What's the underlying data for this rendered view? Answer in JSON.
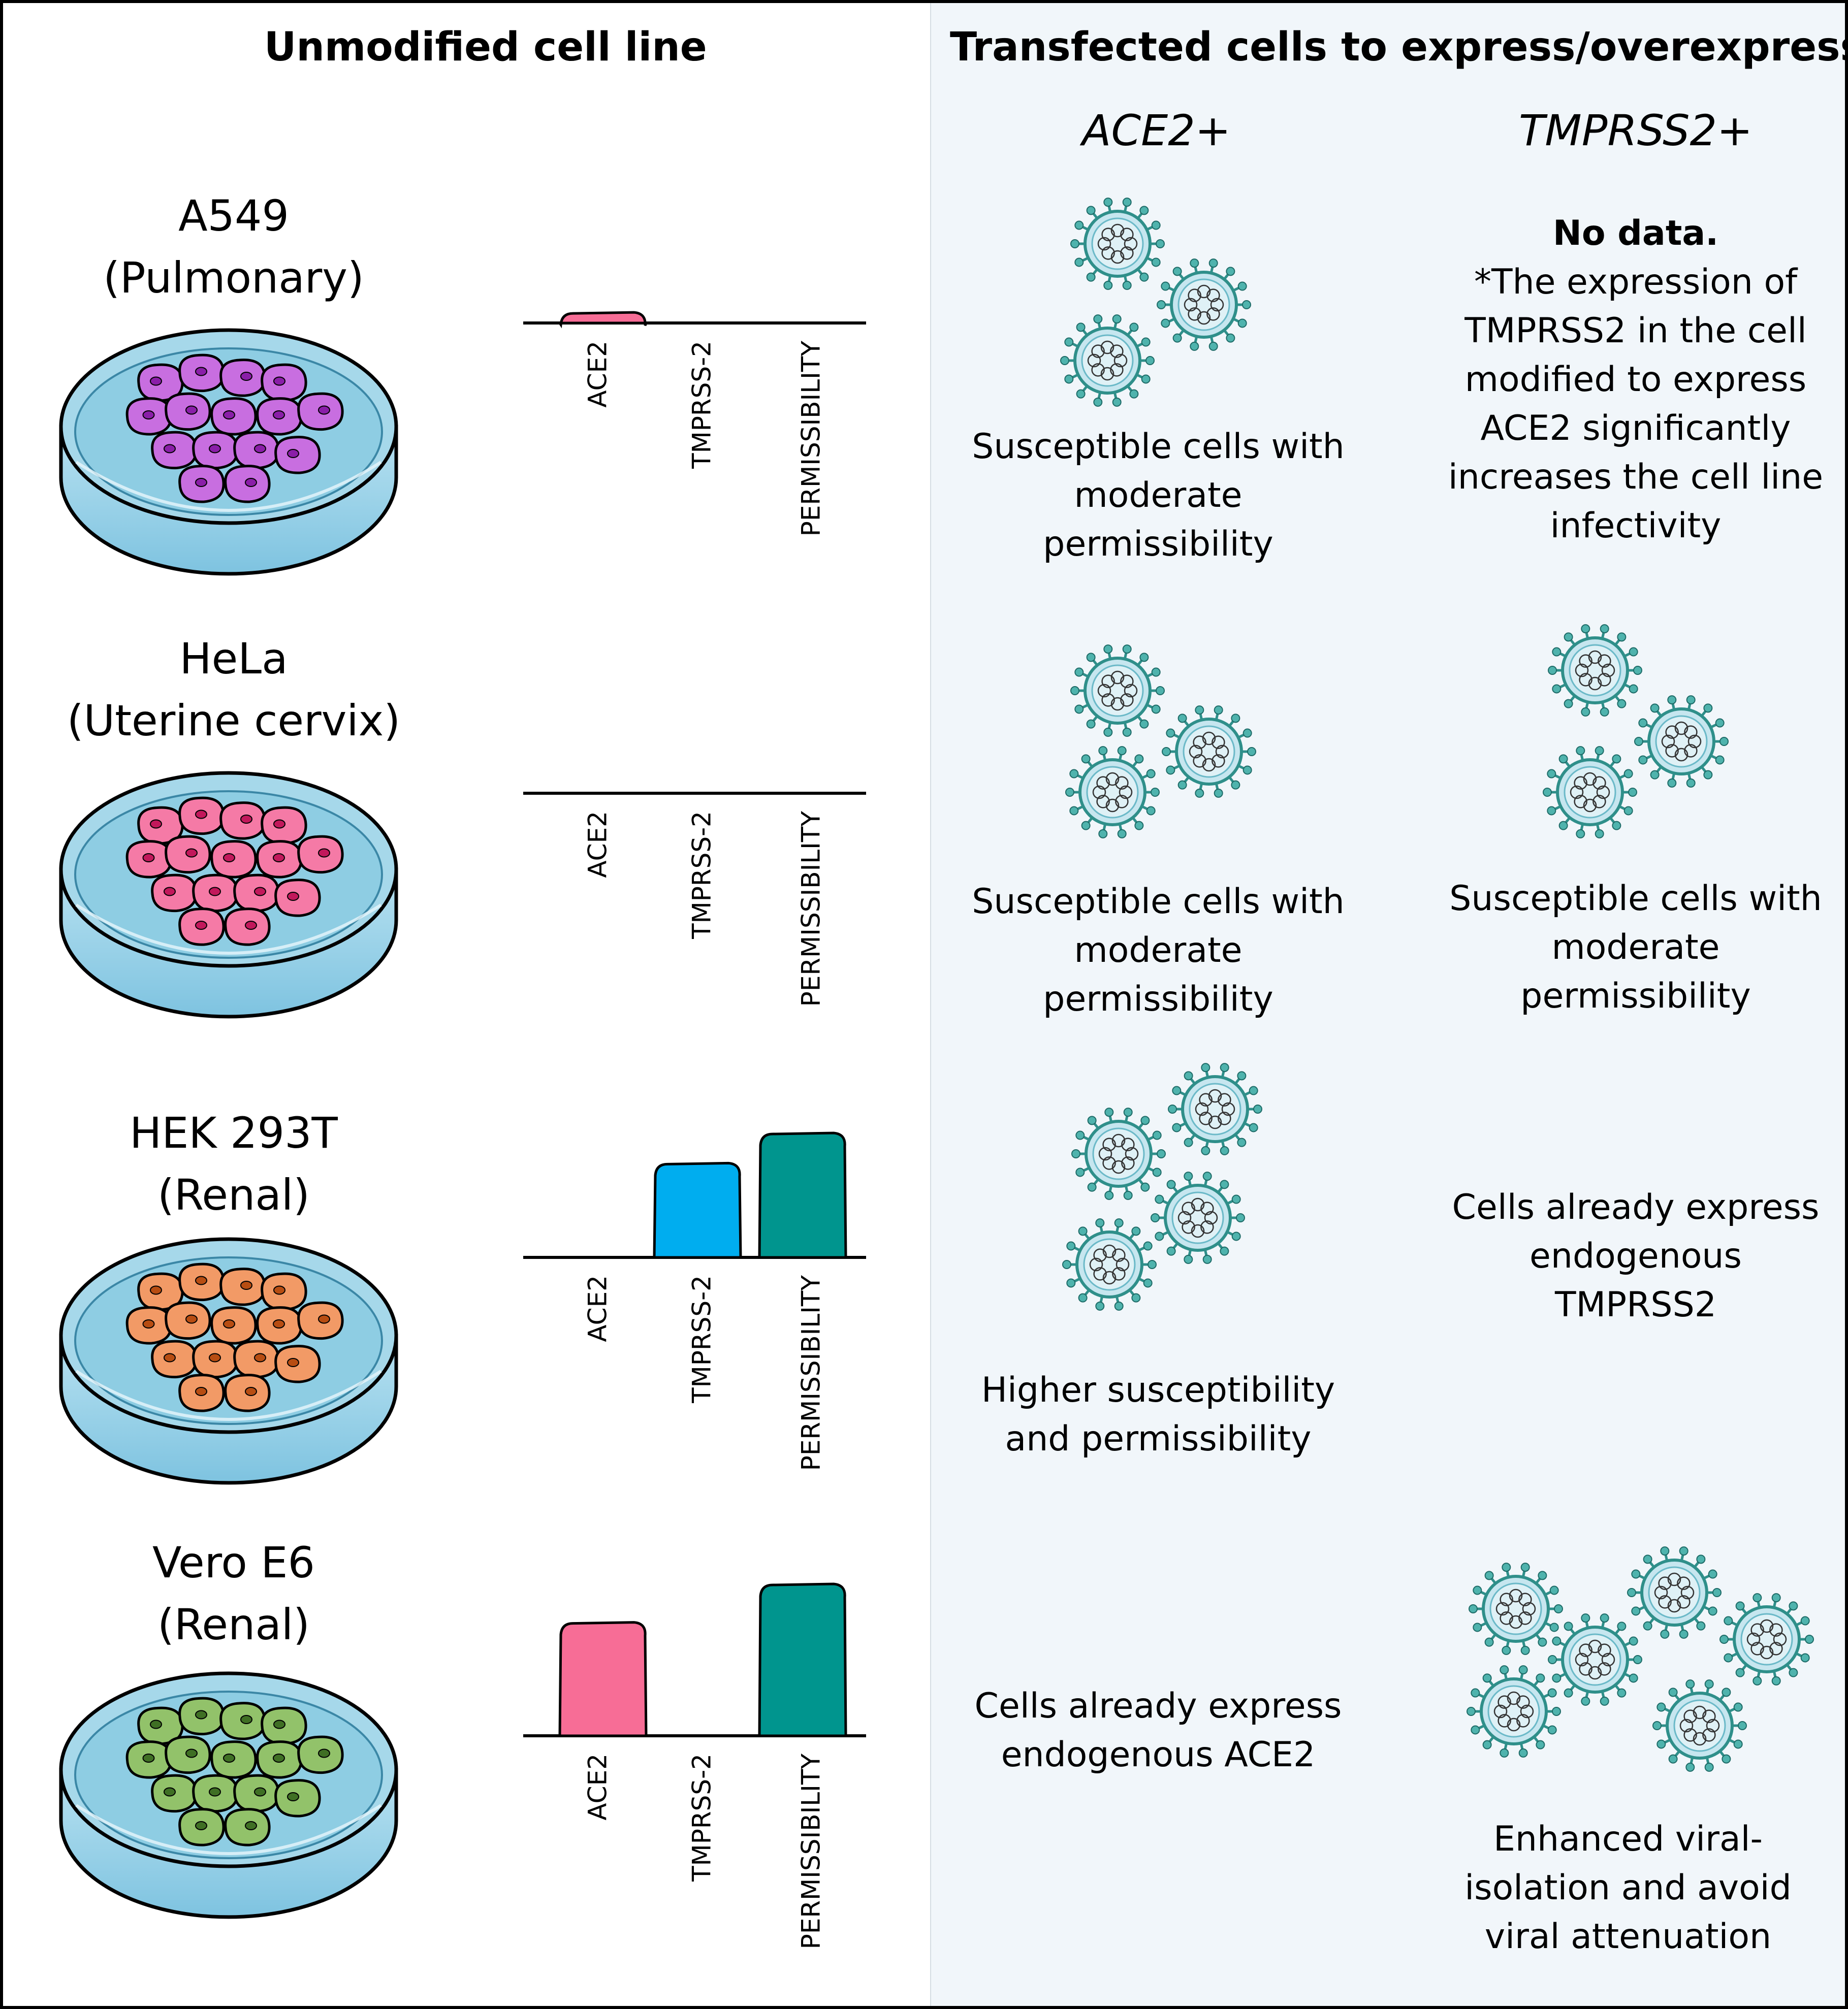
{
  "headers": {
    "left": "Unmodified cell line",
    "right": "Transfected cells to express/overexpress:",
    "col_ace2": "ACE2+",
    "col_tmprss2": "TMPRSS2+"
  },
  "colors": {
    "ace2": "#f76d96",
    "tmprss2": "#00adef",
    "permissibility": "#00958e",
    "panel_bg": "#f1f6fa"
  },
  "rows": [
    {
      "name": "A549",
      "tissue": "(Pulmonary)",
      "cell_color": "#c86ee0",
      "nucleus_color": "#8a1ea8",
      "chart": {
        "categories": [
          "ACE2",
          "TMPRSS-2",
          "PERMISSIBILITY"
        ],
        "values": [
          0.07,
          0,
          0
        ]
      },
      "ace2_text": [
        "Susceptible cells with",
        "moderate",
        "permissibility"
      ],
      "tmprss2_text": {
        "lead": "No data.",
        "lines": [
          "*The expression of",
          "TMPRSS2 in the cell",
          "modified to express",
          "ACE2 significantly",
          "increases the cell line",
          "infectivity"
        ]
      },
      "ace2_virus_count": 3,
      "tmprss2_virus_count": 0
    },
    {
      "name": "HeLa",
      "tissue": "(Uterine cervix)",
      "cell_color": "#f57aa6",
      "nucleus_color": "#c2185b",
      "chart": {
        "categories": [
          "ACE2",
          "TMPRSS-2",
          "PERMISSIBILITY"
        ],
        "values": [
          0,
          0,
          0
        ]
      },
      "ace2_text": [
        "Susceptible cells with",
        "moderate",
        "permissibility"
      ],
      "tmprss2_text": {
        "lead": "",
        "lines": [
          "Susceptible cells with",
          "moderate",
          "permissibility"
        ]
      },
      "ace2_virus_count": 3,
      "tmprss2_virus_count": 3
    },
    {
      "name": "HEK 293T",
      "tissue": "(Renal)",
      "cell_color": "#f29a66",
      "nucleus_color": "#b74d12",
      "chart": {
        "categories": [
          "ACE2",
          "TMPRSS-2",
          "PERMISSIBILITY"
        ],
        "values": [
          0,
          0.68,
          0.9
        ]
      },
      "ace2_text": [
        "Higher susceptibility",
        "and permissibility"
      ],
      "tmprss2_text": {
        "lead": "",
        "lines": [
          "Cells already express",
          "endogenous",
          "TMPRSS2"
        ]
      },
      "ace2_virus_count": 4,
      "tmprss2_virus_count": 0
    },
    {
      "name": "Vero E6",
      "tissue": "(Renal)",
      "cell_color": "#92c26a",
      "nucleus_color": "#3f6f24",
      "chart": {
        "categories": [
          "ACE2",
          "TMPRSS-2",
          "PERMISSIBILITY"
        ],
        "values": [
          0.82,
          0,
          1.1
        ]
      },
      "ace2_text": [
        "Cells already express",
        "endogenous ACE2"
      ],
      "tmprss2_text": {
        "lead": "",
        "lines": [
          "Enhanced viral-",
          "isolation and avoid",
          "viral attenuation"
        ]
      },
      "ace2_virus_count": 0,
      "tmprss2_virus_count": 6
    }
  ]
}
